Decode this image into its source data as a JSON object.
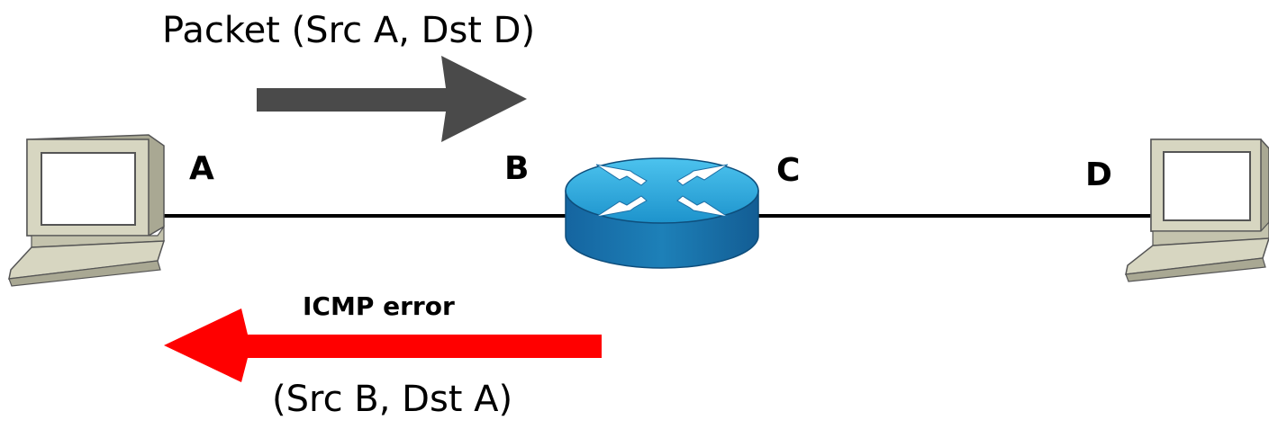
{
  "labels": {
    "forward_packet": "Packet (Src A, Dst D)",
    "node_a": "A",
    "node_b": "B",
    "node_c": "C",
    "node_d": "D",
    "error_title": "ICMP error",
    "error_packet": "(Src B, Dst A)"
  },
  "icons": {
    "host_left": "computer-icon",
    "router": "router-icon",
    "host_right": "computer-icon"
  },
  "colors": {
    "forward_arrow": "#4a4a4a",
    "error_arrow": "#ff0000",
    "link_line": "#000000",
    "router_top": "#2aa7dc",
    "router_side": "#1d76a8",
    "computer_body": "#d7d6c1"
  }
}
